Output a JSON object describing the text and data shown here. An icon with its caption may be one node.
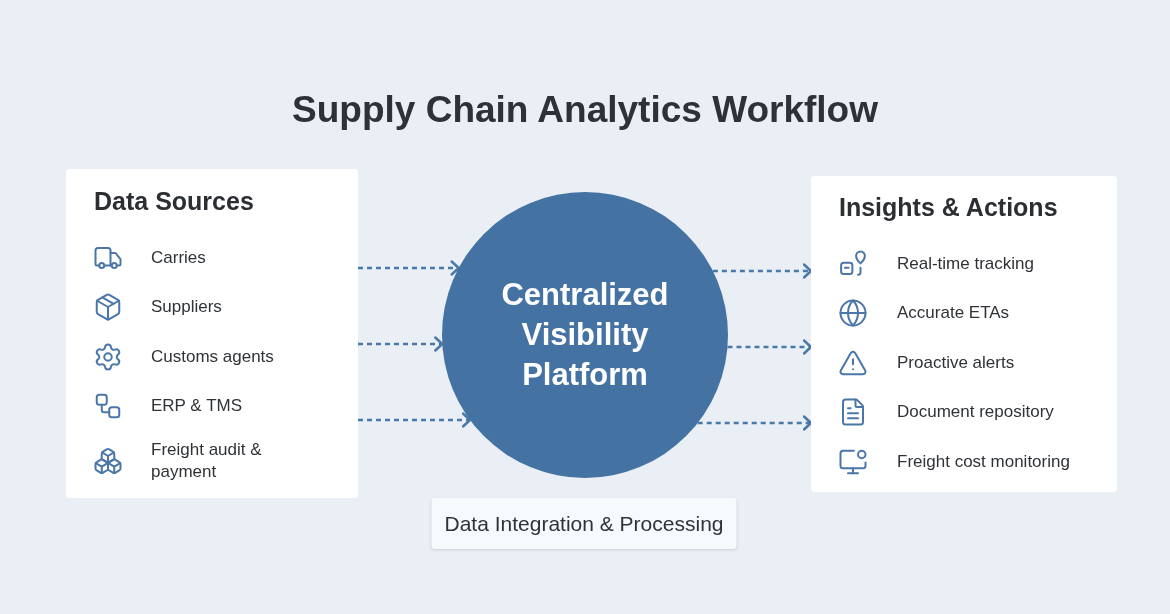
{
  "diagram": {
    "title": "Supply Chain Analytics Workflow",
    "nodes": [
      {
        "text": [
          "Data Sources",
          "Carries",
          "Suppliers",
          "Customs agents",
          "ERP & TMS",
          "Freight audit & payment"
        ]
      },
      {
        "text": [
          "Centralized Visibility Platform"
        ]
      },
      {
        "text": [
          "Insights & Actions",
          "Real-time tracking",
          "Accurate ETAs",
          "Proactive alerts",
          "Document repository",
          "Freight cost monitoring"
        ]
      },
      {
        "text": [
          "Data Integration & Processing"
        ]
      }
    ],
    "edges": [
      {
        "from": 0,
        "to": 1,
        "arrow": "to",
        "style": "dashed"
      },
      {
        "from": 0,
        "to": 1,
        "arrow": "to",
        "style": "dashed"
      },
      {
        "from": 0,
        "to": 1,
        "arrow": "to",
        "style": "dashed"
      },
      {
        "from": 1,
        "to": 2,
        "arrow": "to",
        "style": "dashed"
      },
      {
        "from": 1,
        "to": 2,
        "arrow": "to",
        "style": "dashed"
      },
      {
        "from": 1,
        "to": 2,
        "arrow": "to",
        "style": "dashed"
      }
    ]
  }
}
